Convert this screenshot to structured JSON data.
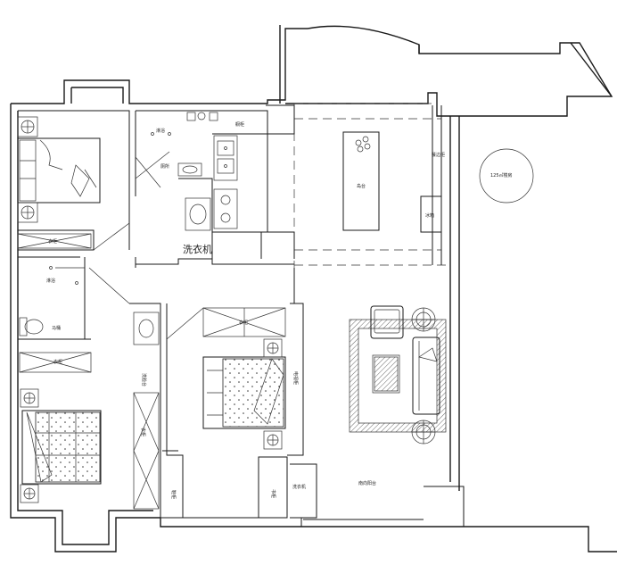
{
  "labels": {
    "shower_top": "淋浴",
    "cabinet": "橱柜",
    "toilet_room": "厕所",
    "wardrobe_top": "衣柜",
    "washer_big": "洗衣机",
    "shower_mid": "淋浴",
    "toilet": "马桶",
    "wardrobe_low": "衣柜",
    "fridge_label": "餐边柜",
    "island": "岛台",
    "stove_label": "冰箱",
    "area_note": "125㎡楼房",
    "tv_cabinet": "电视柜",
    "wardrobe_mid": "衣柜",
    "wash_counter": "洗脸台",
    "closet": "衣柜",
    "shoe_cabinet": "鞋柜",
    "bookcase": "书柜",
    "washer_small": "洗衣机",
    "balcony": "南向阳台"
  },
  "colors": {
    "line": "#1a1a1a",
    "background": "#ffffff"
  }
}
